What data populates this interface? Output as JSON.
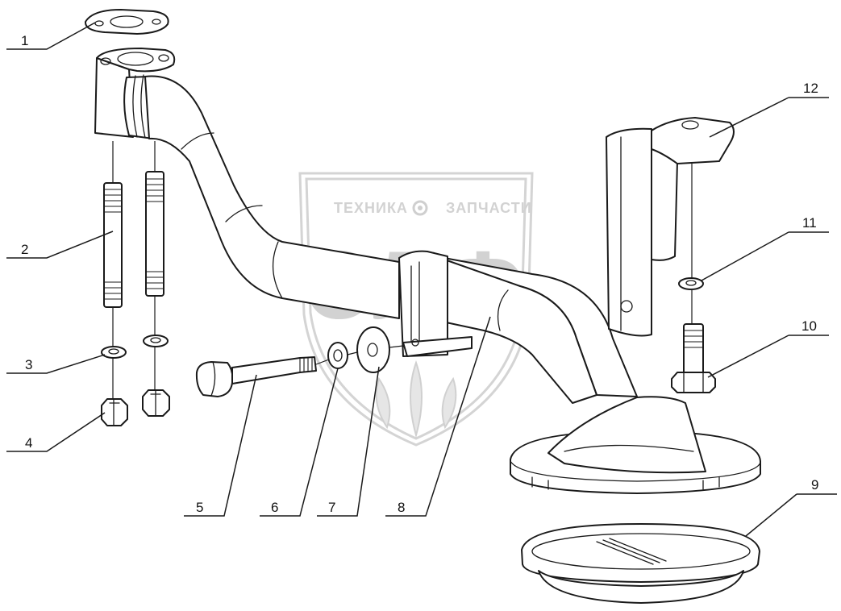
{
  "watermark": {
    "left_text": "ТЕХНИКА",
    "right_text": "ЗАПЧАСТИ",
    "monogram": "ЭЛФ",
    "gear_icon": "gear-icon"
  },
  "callouts": [
    {
      "id": "1",
      "label": "1"
    },
    {
      "id": "2",
      "label": "2"
    },
    {
      "id": "3",
      "label": "3"
    },
    {
      "id": "4",
      "label": "4"
    },
    {
      "id": "5",
      "label": "5"
    },
    {
      "id": "6",
      "label": "6"
    },
    {
      "id": "7",
      "label": "7"
    },
    {
      "id": "8",
      "label": "8"
    },
    {
      "id": "9",
      "label": "9"
    },
    {
      "id": "10",
      "label": "10"
    },
    {
      "id": "11",
      "label": "11"
    },
    {
      "id": "12",
      "label": "12"
    }
  ]
}
